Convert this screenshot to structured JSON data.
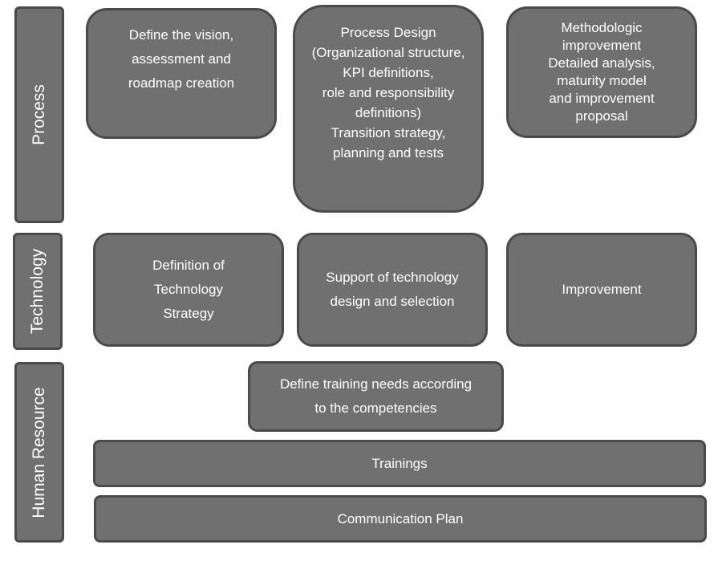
{
  "rows": {
    "process": {
      "label": "Process",
      "boxes": [
        {
          "text": "Define the vision,\nassessment and\nroadmap creation"
        },
        {
          "text": "Process Design\n(Organizational structure,\nKPI definitions,\nrole and responsibility\ndefinitions)\nTransition strategy,\nplanning and tests"
        },
        {
          "text": "Methodologic\nimprovement\nDetailed analysis,\nmaturity model\nand improvement\nproposal"
        }
      ]
    },
    "technology": {
      "label": "Technology",
      "boxes": [
        {
          "text": "Definition of\nTechnology\nStrategy"
        },
        {
          "text": "Support of technology\ndesign and selection"
        },
        {
          "text": "Improvement"
        }
      ]
    },
    "human_resource": {
      "label": "Human Resource",
      "boxes": [
        {
          "text": "Define training needs according\nto the competencies"
        },
        {
          "text": "Trainings"
        },
        {
          "text": "Communication Plan"
        }
      ]
    }
  },
  "colors": {
    "box_fill": "#707070",
    "box_border": "#4a4a4a",
    "text": "#ffffff"
  }
}
